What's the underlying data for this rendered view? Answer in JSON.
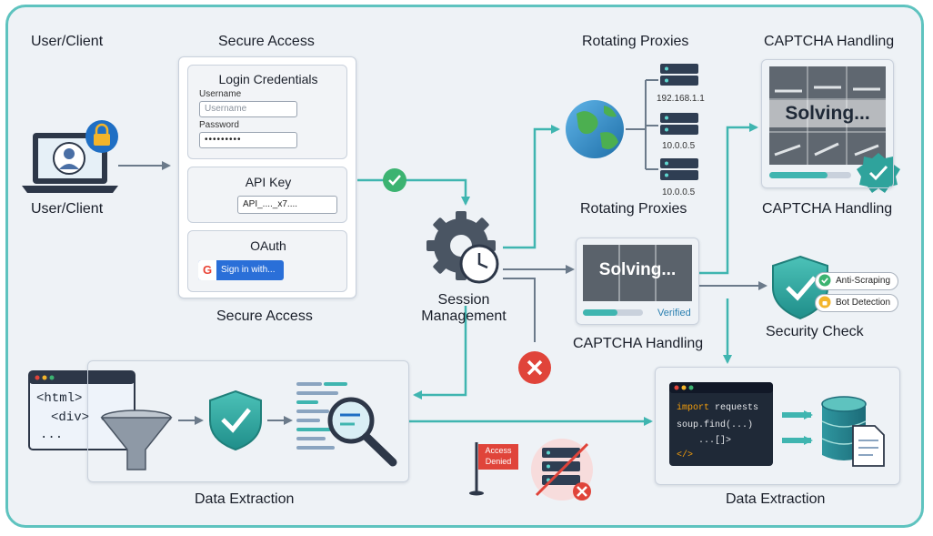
{
  "labels": {
    "user_top": "User/Client",
    "user_bottom": "User/Client",
    "secure_top": "Secure Access",
    "secure_bottom": "Secure Access",
    "proxies_top": "Rotating Proxies",
    "proxies_bottom": "Rotating Proxies",
    "captcha_top": "CAPTCHA Handling",
    "captcha_right": "CAPTCHA Handling",
    "captcha_mid": "CAPTCHA Handling",
    "session_line1": "Session",
    "session_line2": "Management",
    "security_check": "Security Check",
    "extraction_left": "Data Extraction",
    "extraction_right": "Data Extraction"
  },
  "login": {
    "title": "Login Credentials",
    "username_label": "Username",
    "username_placeholder": "Username",
    "password_label": "Password",
    "password_value": "•••••••••"
  },
  "api": {
    "title": "API Key",
    "key_value": "API_...._x7...."
  },
  "oauth": {
    "title": "OAuth",
    "button": "Sign in with..."
  },
  "proxies": [
    "192.168.1.1",
    "10.0.0.5",
    "10.0.0.5"
  ],
  "captcha": {
    "solving_top": "Solving...",
    "solving_mid": "Solving...",
    "verified": "Verified"
  },
  "security": {
    "anti_scraping": "Anti-Scraping",
    "bot_detection": "Bot Detection"
  },
  "access_denied": {
    "line1": "Access",
    "line2": "Denied"
  },
  "html_code": {
    "line1": "<html>",
    "line2": "<div>",
    "line3": "..."
  },
  "python_code": {
    "kw": "import",
    "mod": " requests",
    "line2": "soup.find(...)",
    "line3": "...[]>",
    "line4": "</>"
  },
  "colors": {
    "teal": "#3fb5b0",
    "accent_blue": "#1f6fc4",
    "danger": "#e0443a",
    "dark": "#1f2937"
  }
}
